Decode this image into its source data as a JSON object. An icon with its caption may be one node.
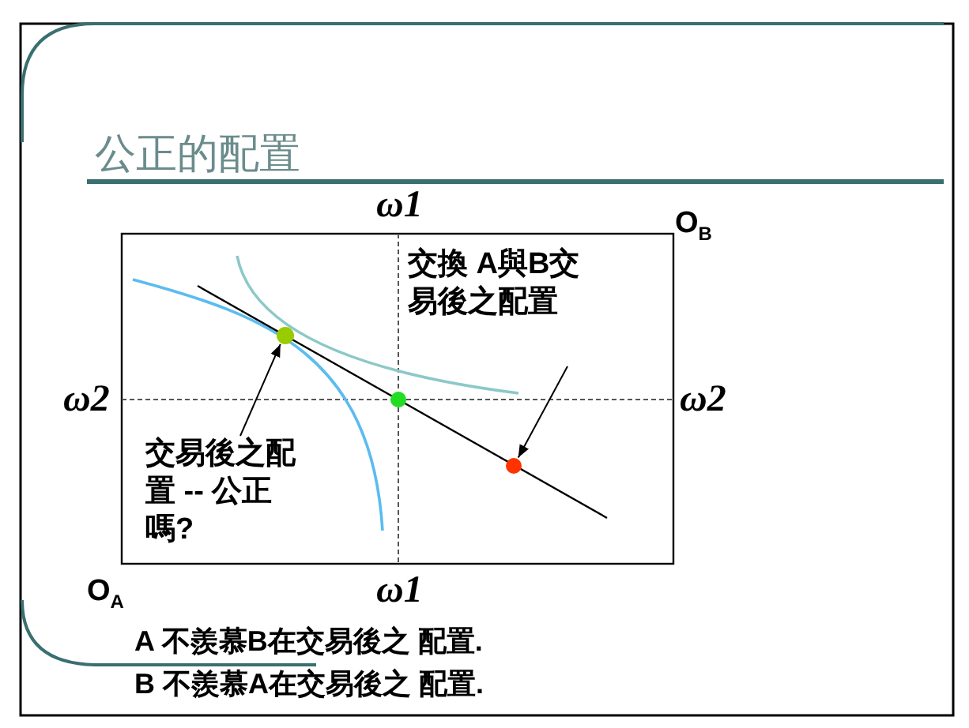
{
  "diagram": {
    "title": "公正的配置",
    "nodes": [
      {
        "text": [
          "交易後之配置 -- 公正嗎?"
        ]
      },
      {
        "text": [],
        "shape": "circle"
      },
      {
        "text": [
          "交換 A與B交易後之配置"
        ]
      },
      {
        "text": [],
        "shape": "circle"
      }
    ],
    "edges": [
      {
        "from": 0,
        "to": 1,
        "arrow": "to"
      },
      {
        "from": 2,
        "to": 3,
        "arrow": "to"
      }
    ],
    "labels": [
      "ω1",
      "O$_{B}$",
      "ω2",
      "ω2",
      "O$_{A}$",
      "ω1",
      "A 不羨慕B在交易後之 配置.",
      "B 不羨慕A在交易後之 配置."
    ]
  }
}
